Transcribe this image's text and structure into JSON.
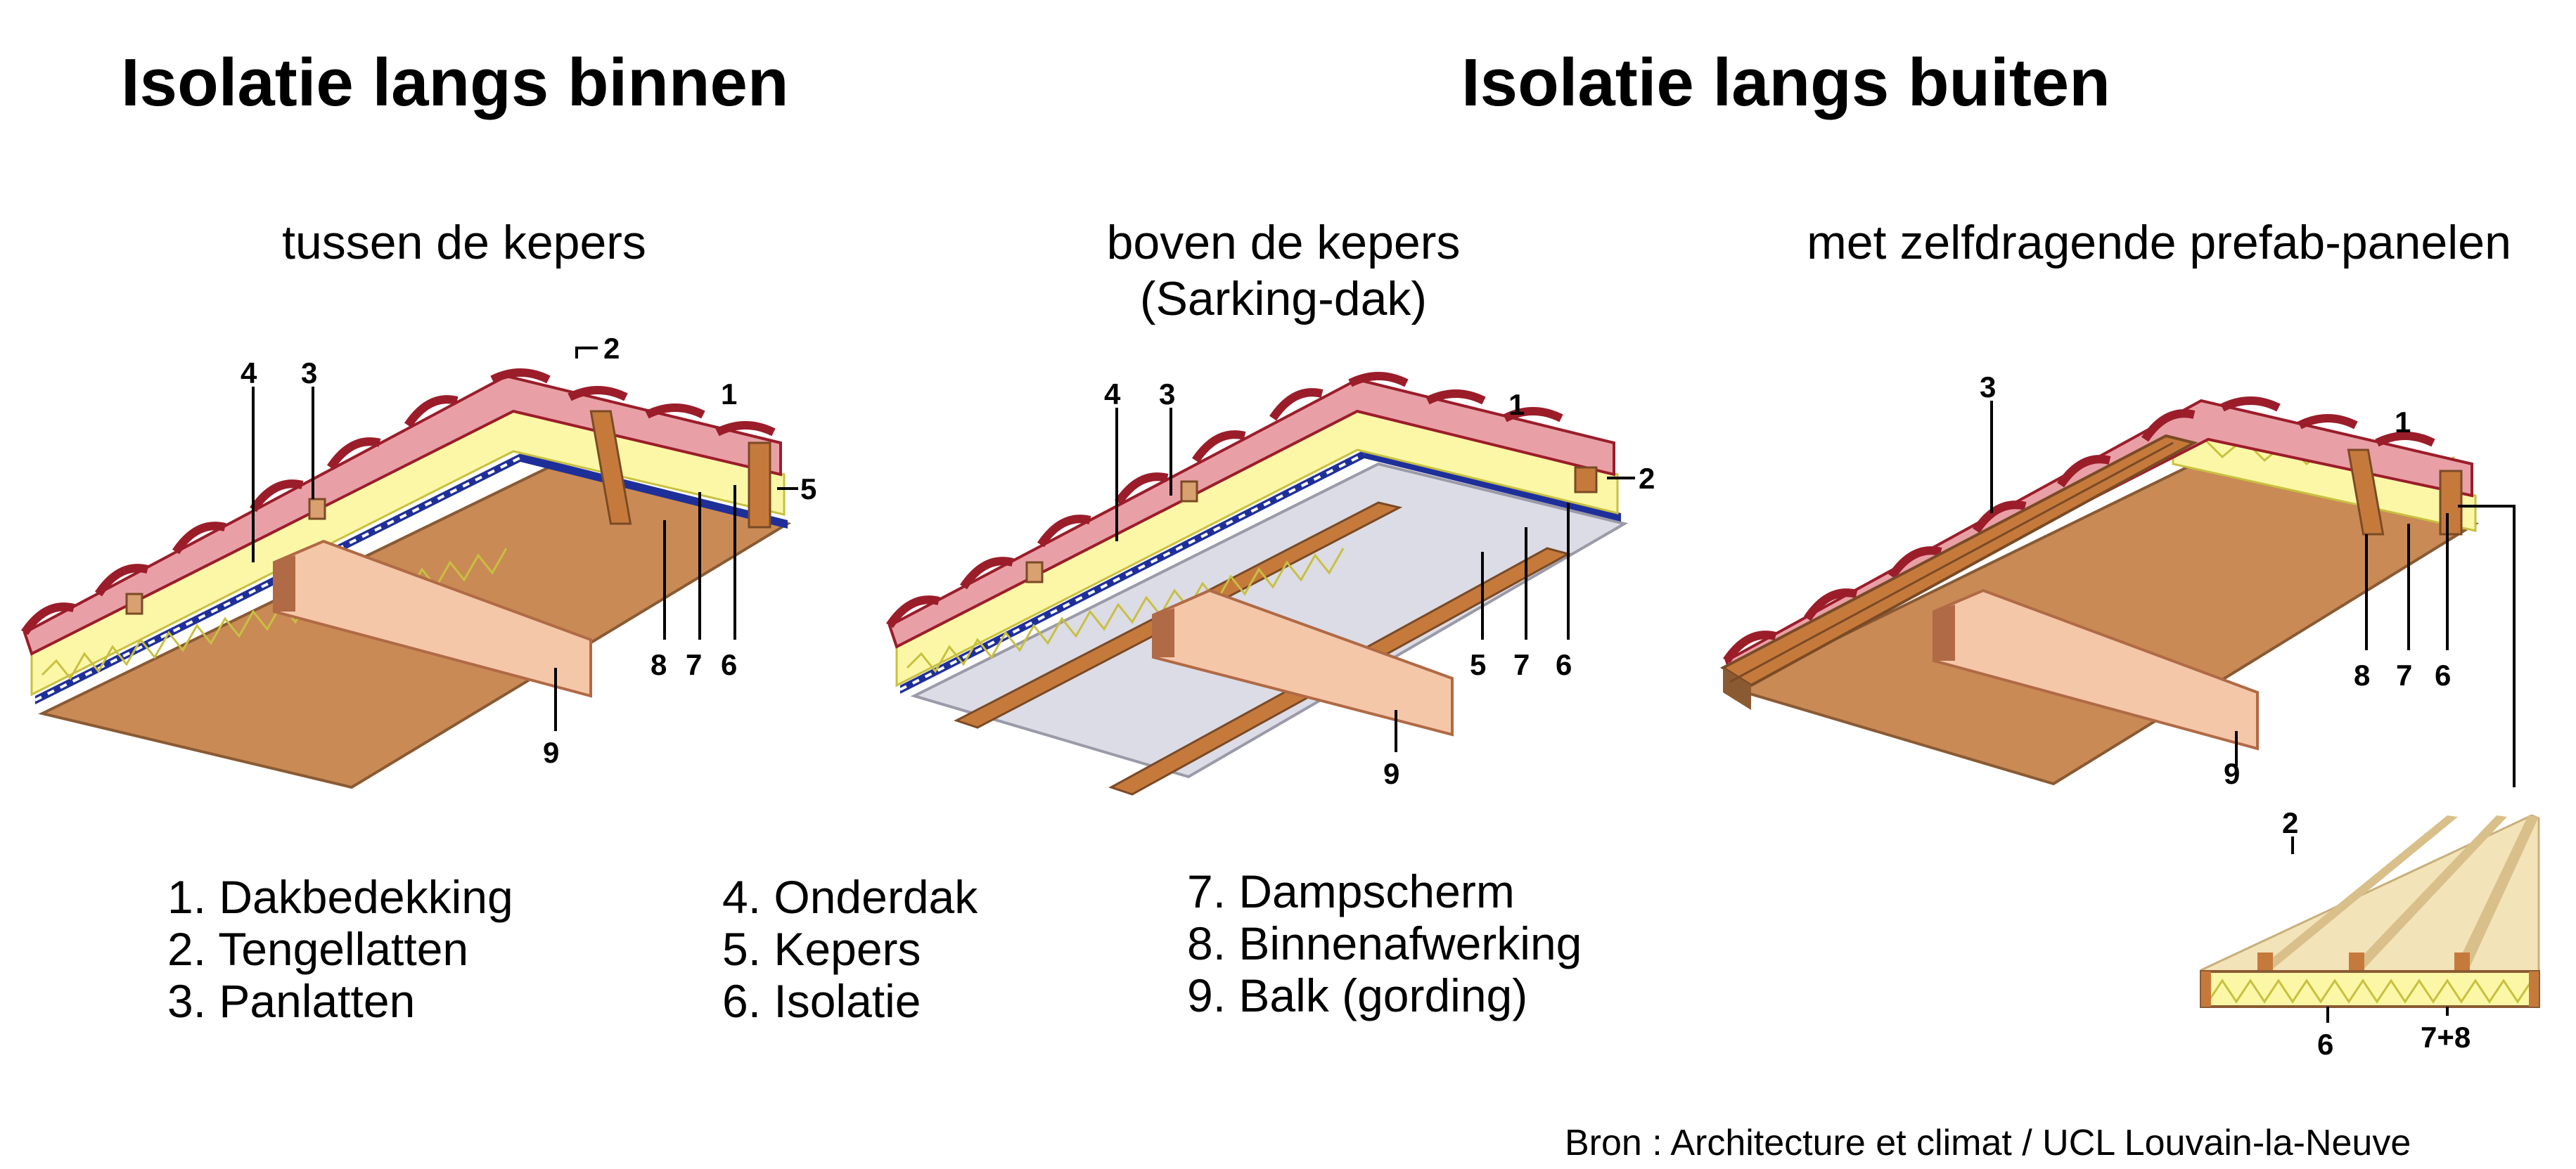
{
  "headings": {
    "inside": "Isolatie langs binnen",
    "outside": "Isolatie langs buiten"
  },
  "panels": [
    {
      "subtitle": "tussen de kepers"
    },
    {
      "subtitle_line1": "boven de kepers",
      "subtitle_line2": "(Sarking-dak)"
    },
    {
      "subtitle": "met zelfdragende prefab-panelen"
    }
  ],
  "callouts": {
    "p1": [
      "4",
      "3",
      "2",
      "1",
      "5",
      "8",
      "7",
      "6",
      "9"
    ],
    "p2": [
      "4",
      "3",
      "1",
      "2",
      "5",
      "7",
      "6",
      "9"
    ],
    "p3": [
      "3",
      "1",
      "8",
      "7",
      "6",
      "9"
    ],
    "detail": [
      "2",
      "6",
      "7+8"
    ]
  },
  "legend": {
    "col1": [
      "1. Dakbedekking",
      "2. Tengellatten",
      "3. Panlatten"
    ],
    "col2": [
      "4. Onderdak",
      "5. Kepers",
      "6. Isolatie"
    ],
    "col3": [
      "7. Dampscherm",
      "8. Binnenafwerking",
      "9. Balk (gording)"
    ]
  },
  "source": "Bron : Architecture et climat / UCL Louvain-la-Neuve",
  "colors": {
    "tile": "#e8a0a6",
    "tile_dark": "#9b1d2a",
    "insulation": "#fbf7a6",
    "insulation_line": "#c8c040",
    "membrane": "#1f2f9a",
    "finish": "#c98a55",
    "finish_dark": "#8a5a33",
    "beam": "#f5c7a9",
    "beam_dark": "#b06a45",
    "wood": "#c57a3c",
    "grey_board": "#dcdce6",
    "panel_light": "#f3e3b8"
  }
}
